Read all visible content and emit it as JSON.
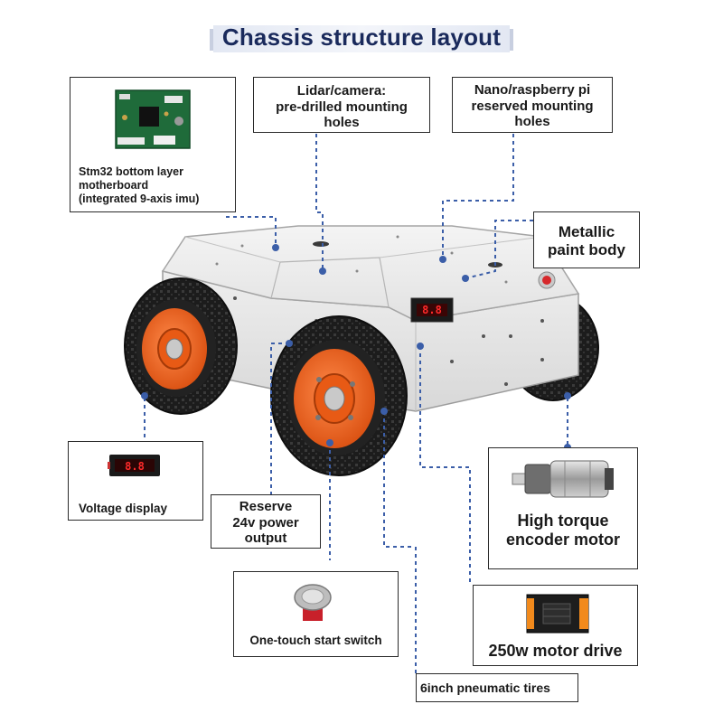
{
  "title": "Chassis structure layout",
  "colors": {
    "title": "#1a2a5c",
    "leader": "#3b5ea8",
    "chassis": "#e9e9e9",
    "hub": "#f26522",
    "tire": "#1a1a1a",
    "display_digits": "#ff2a2a"
  },
  "callouts": {
    "stm32": "Stm32 bottom layer motherboard (integrated 9-axis imu)",
    "lidar": "Lidar/camera: pre-drilled mounting holes",
    "nano": "Nano/raspberry pi reserved mounting holes",
    "metallic": "Metallic paint body",
    "voltage": "Voltage display",
    "reserve": "Reserve 24v power output",
    "motor": "High torque encoder motor",
    "switch": "One-touch start switch",
    "drive": "250w motor drive",
    "tires": "6inch pneumatic tires"
  },
  "stm32_lines": [
    "Stm32 bottom layer",
    "motherboard",
    "(integrated 9-axis imu)"
  ],
  "lidar_lines": [
    "Lidar/camera:",
    "pre-drilled mounting",
    "holes"
  ],
  "nano_lines": [
    "Nano/raspberry pi",
    "reserved mounting",
    "holes"
  ],
  "metallic_lines": [
    "Metallic",
    "paint body"
  ],
  "reserve_lines": [
    "Reserve",
    "24v power",
    "output"
  ],
  "motor_lines": [
    "High torque",
    "encoder motor"
  ],
  "display_value": "8.8"
}
